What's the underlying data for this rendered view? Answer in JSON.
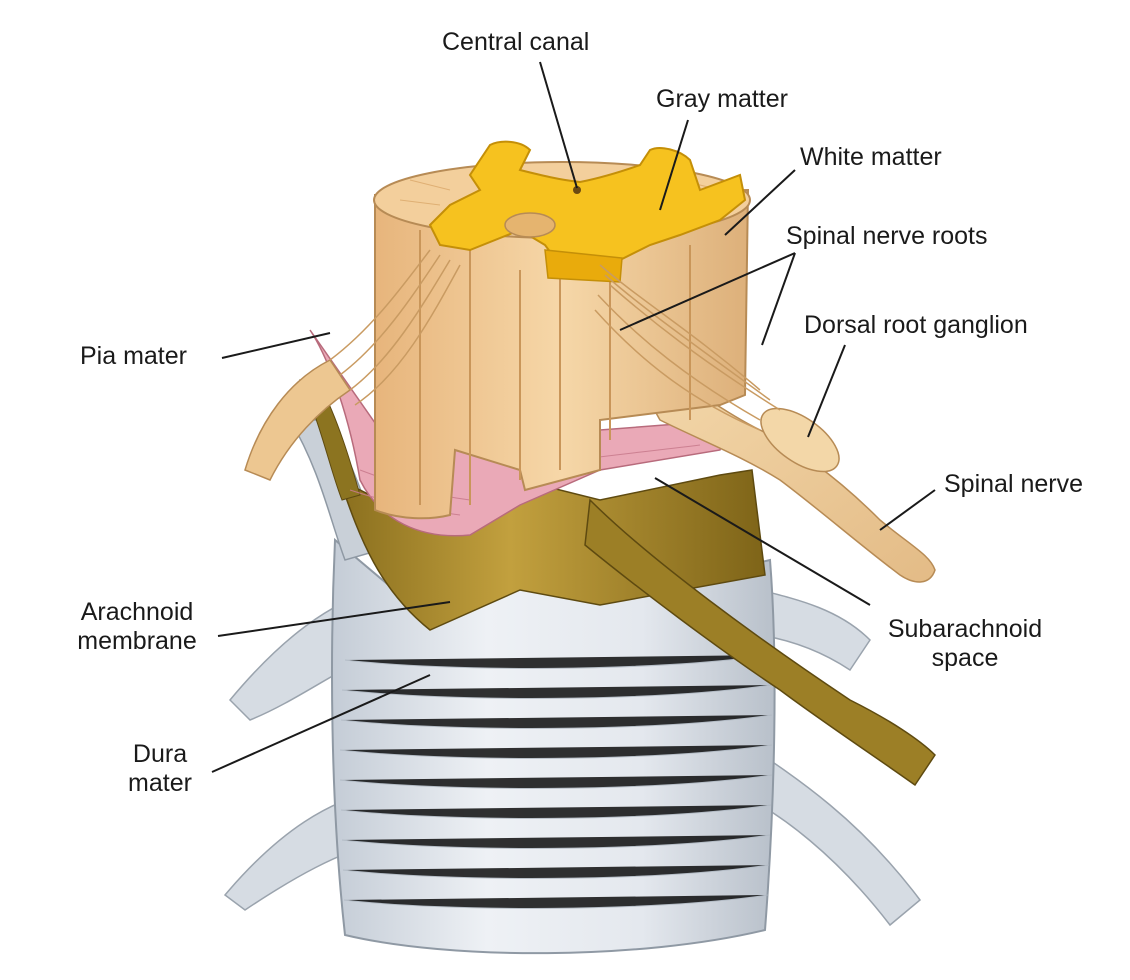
{
  "labels": {
    "central_canal": "Central canal",
    "gray_matter": "Gray matter",
    "white_matter": "White matter",
    "spinal_nerve_roots": "Spinal nerve roots",
    "dorsal_root_ganglion": "Dorsal root ganglion",
    "pia_mater": "Pia mater",
    "spinal_nerve": "Spinal nerve",
    "arachnoid_membrane_l1": "Arachnoid",
    "arachnoid_membrane_l2": "membrane",
    "subarachnoid_space_l1": "Subarachnoid",
    "subarachnoid_space_l2": "space",
    "dura_mater_l1": "Dura",
    "dura_mater_l2": "mater"
  },
  "colors": {
    "dura": "#dfe4ea",
    "dura_shadow": "#b9c1cb",
    "arachnoid": "#a98a2c",
    "arachnoid_light": "#c9a845",
    "pia": "#e7a0b0",
    "white_matter": "#f3cf9c",
    "white_matter_shade": "#dcae74",
    "gray_matter": "#f6c21f",
    "nerve": "#f2d3a2",
    "leader": "#1a1a1a"
  }
}
